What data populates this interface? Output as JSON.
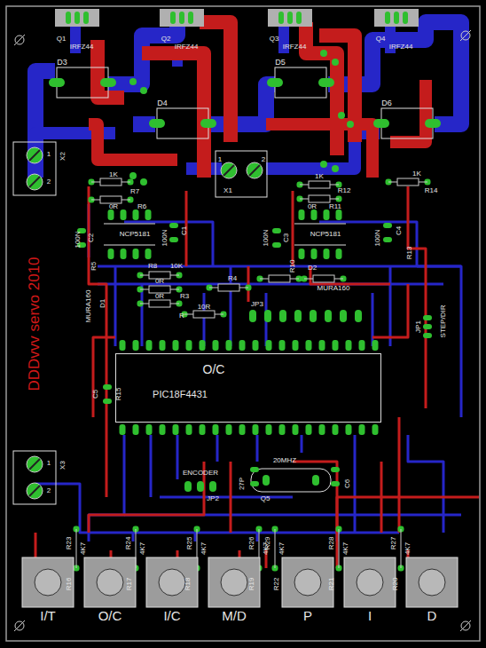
{
  "diagram": {
    "nodes": [
      {
        "text": [
          "Q1",
          "IRFZ44"
        ]
      },
      {
        "text": [
          "Q2",
          "IRFZ44"
        ]
      },
      {
        "text": [
          "Q3",
          "IRFZ44"
        ]
      },
      {
        "text": [
          "Q4",
          "IRFZ44"
        ]
      },
      {
        "text": [
          "D3"
        ]
      },
      {
        "text": [
          "D4"
        ]
      },
      {
        "text": [
          "D5"
        ]
      },
      {
        "text": [
          "D6"
        ]
      },
      {
        "text": [
          "X2",
          "1",
          "2"
        ]
      },
      {
        "text": [
          "1",
          "2",
          "X1"
        ]
      },
      {
        "text": [
          "O/C",
          "PIC18F4431"
        ]
      },
      {
        "text": [
          "20MHZ",
          "Q5"
        ]
      },
      {
        "text": [
          "X3",
          "1",
          "2"
        ]
      },
      {
        "text": [
          "I/T"
        ]
      },
      {
        "text": [
          "O/C"
        ]
      },
      {
        "text": [
          "I/C"
        ]
      },
      {
        "text": [
          "M/D"
        ]
      },
      {
        "text": [
          "P"
        ]
      },
      {
        "text": [
          "I"
        ]
      },
      {
        "text": [
          "D"
        ]
      }
    ],
    "labels": [
      "DDDvvv servo 2010",
      "1K",
      "R7",
      "0R",
      "R6",
      "100N",
      "C2",
      "NCP5181",
      "R5",
      "100N",
      "C1",
      "1K",
      "R12",
      "0R",
      "R11",
      "100N",
      "C3",
      "R10",
      "NCP5181",
      "100N",
      "C4",
      "R13",
      "1K",
      "R14",
      "R8",
      "10K",
      "0R",
      "R3",
      "0R",
      "R4",
      "R",
      "10R",
      "D2",
      "MURA160",
      "D1",
      "MURA160",
      "JP3",
      "JP1",
      "STEP/DIR",
      "C5",
      "R15",
      "ENCODER",
      "JP2",
      "27P",
      "C6",
      "R23",
      "4K7",
      "R24",
      "4K7",
      "R25",
      "4K7",
      "R26",
      "4K7",
      "R29",
      "4K7",
      "R28",
      "4K7",
      "R27",
      "4K7",
      "R16",
      "R17",
      "R18",
      "R19",
      "R22",
      "R21",
      "R20"
    ]
  }
}
